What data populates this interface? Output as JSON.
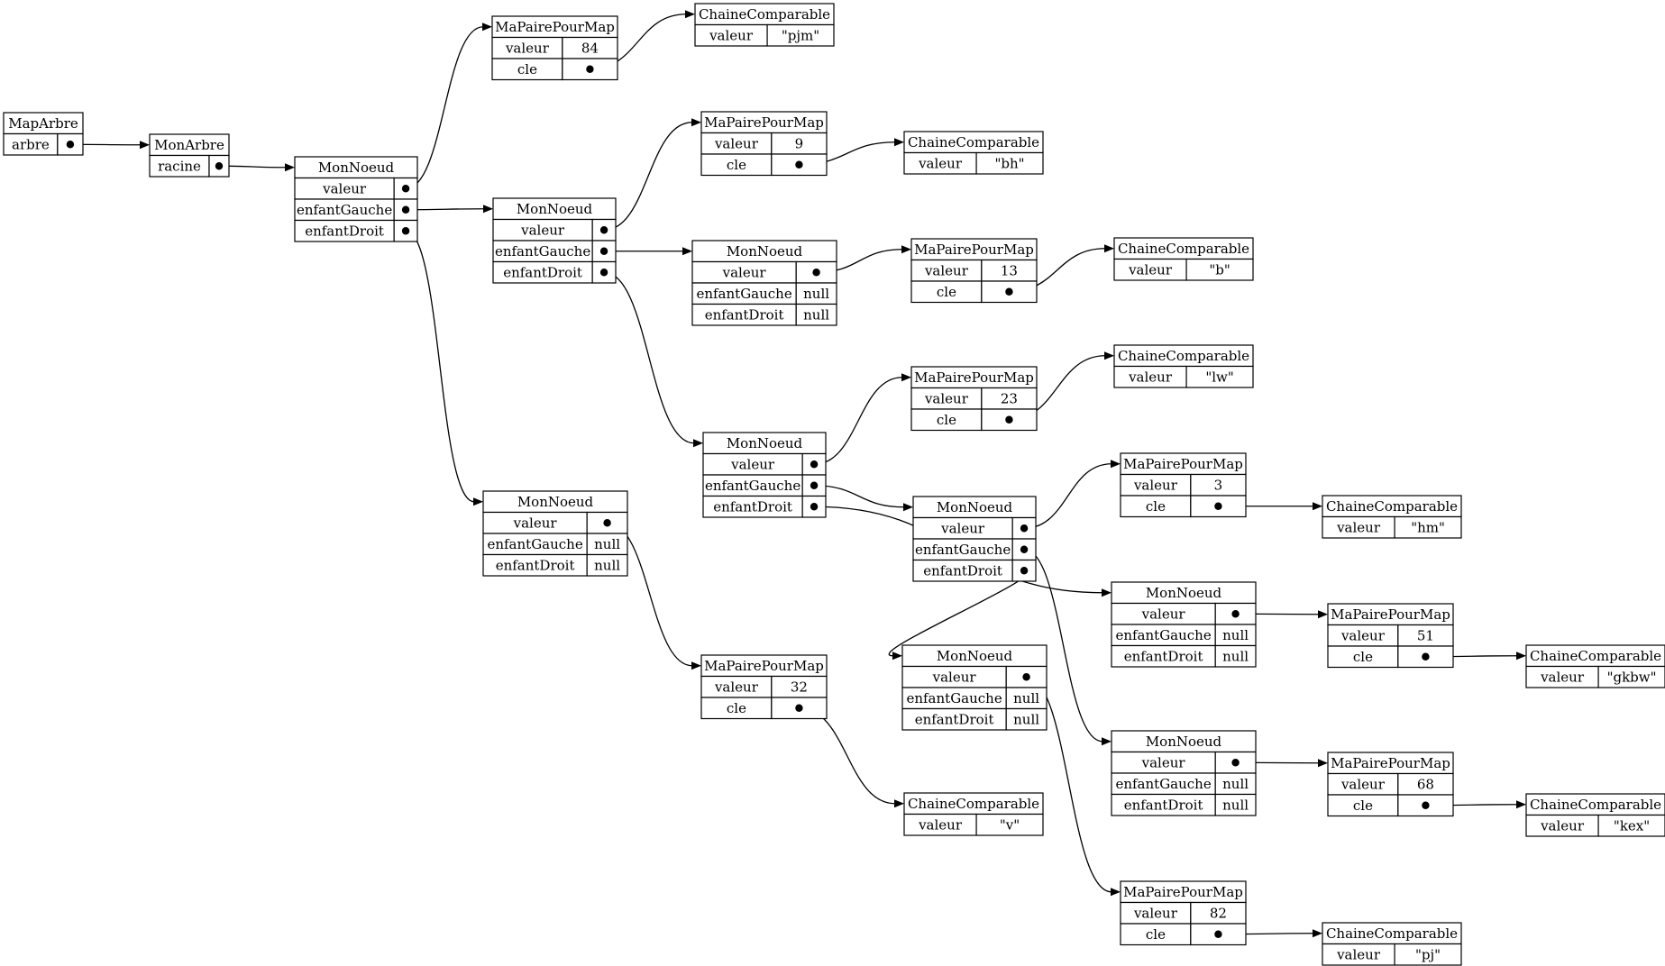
{
  "colors": {
    "ink": "#000000",
    "background": "#ffffff"
  },
  "nodes": {
    "mapArbre": {
      "title": "MapArbre",
      "rows": [
        [
          "arbre",
          ""
        ]
      ]
    },
    "monArbre": {
      "title": "MonArbre",
      "rows": [
        [
          "racine",
          ""
        ]
      ]
    },
    "n84": {
      "title": "MonNoeud",
      "rows": [
        [
          "valeur",
          ""
        ],
        [
          "enfantGauche",
          ""
        ],
        [
          "enfantDroit",
          ""
        ]
      ]
    },
    "p84": {
      "title": "MaPairePourMap",
      "rows": [
        [
          "valeur",
          "84"
        ],
        [
          "cle",
          ""
        ]
      ]
    },
    "c84": {
      "title": "ChaineComparable",
      "rows": [
        [
          "valeur",
          "\"pjm\""
        ]
      ]
    },
    "n9": {
      "title": "MonNoeud",
      "rows": [
        [
          "valeur",
          ""
        ],
        [
          "enfantGauche",
          ""
        ],
        [
          "enfantDroit",
          ""
        ]
      ]
    },
    "p9": {
      "title": "MaPairePourMap",
      "rows": [
        [
          "valeur",
          "9"
        ],
        [
          "cle",
          ""
        ]
      ]
    },
    "c9": {
      "title": "ChaineComparable",
      "rows": [
        [
          "valeur",
          "\"bh\""
        ]
      ]
    },
    "n13": {
      "title": "MonNoeud",
      "rows": [
        [
          "valeur",
          ""
        ],
        [
          "enfantGauche",
          "null"
        ],
        [
          "enfantDroit",
          "null"
        ]
      ]
    },
    "p13": {
      "title": "MaPairePourMap",
      "rows": [
        [
          "valeur",
          "13"
        ],
        [
          "cle",
          ""
        ]
      ]
    },
    "c13": {
      "title": "ChaineComparable",
      "rows": [
        [
          "valeur",
          "\"b\""
        ]
      ]
    },
    "n23": {
      "title": "MonNoeud",
      "rows": [
        [
          "valeur",
          ""
        ],
        [
          "enfantGauche",
          ""
        ],
        [
          "enfantDroit",
          ""
        ]
      ]
    },
    "p23": {
      "title": "MaPairePourMap",
      "rows": [
        [
          "valeur",
          "23"
        ],
        [
          "cle",
          ""
        ]
      ]
    },
    "c23": {
      "title": "ChaineComparable",
      "rows": [
        [
          "valeur",
          "\"lw\""
        ]
      ]
    },
    "n3": {
      "title": "MonNoeud",
      "rows": [
        [
          "valeur",
          ""
        ],
        [
          "enfantGauche",
          ""
        ],
        [
          "enfantDroit",
          ""
        ]
      ]
    },
    "p3": {
      "title": "MaPairePourMap",
      "rows": [
        [
          "valeur",
          "3"
        ],
        [
          "cle",
          ""
        ]
      ]
    },
    "c3": {
      "title": "ChaineComparable",
      "rows": [
        [
          "valeur",
          "\"hm\""
        ]
      ]
    },
    "n51": {
      "title": "MonNoeud",
      "rows": [
        [
          "valeur",
          ""
        ],
        [
          "enfantGauche",
          "null"
        ],
        [
          "enfantDroit",
          "null"
        ]
      ]
    },
    "p51": {
      "title": "MaPairePourMap",
      "rows": [
        [
          "valeur",
          "51"
        ],
        [
          "cle",
          ""
        ]
      ]
    },
    "c51": {
      "title": "ChaineComparable",
      "rows": [
        [
          "valeur",
          "\"gkbw\""
        ]
      ]
    },
    "n68": {
      "title": "MonNoeud",
      "rows": [
        [
          "valeur",
          ""
        ],
        [
          "enfantGauche",
          "null"
        ],
        [
          "enfantDroit",
          "null"
        ]
      ]
    },
    "p68": {
      "title": "MaPairePourMap",
      "rows": [
        [
          "valeur",
          "68"
        ],
        [
          "cle",
          ""
        ]
      ]
    },
    "c68": {
      "title": "ChaineComparable",
      "rows": [
        [
          "valeur",
          "\"kex\""
        ]
      ]
    },
    "n82": {
      "title": "MonNoeud",
      "rows": [
        [
          "valeur",
          ""
        ],
        [
          "enfantGauche",
          "null"
        ],
        [
          "enfantDroit",
          "null"
        ]
      ]
    },
    "p82": {
      "title": "MaPairePourMap",
      "rows": [
        [
          "valeur",
          "82"
        ],
        [
          "cle",
          ""
        ]
      ]
    },
    "c82": {
      "title": "ChaineComparable",
      "rows": [
        [
          "valeur",
          "\"pj\""
        ]
      ]
    },
    "n32": {
      "title": "MonNoeud",
      "rows": [
        [
          "valeur",
          ""
        ],
        [
          "enfantGauche",
          "null"
        ],
        [
          "enfantDroit",
          "null"
        ]
      ]
    },
    "p32": {
      "title": "MaPairePourMap",
      "rows": [
        [
          "valeur",
          "32"
        ],
        [
          "cle",
          ""
        ]
      ]
    },
    "c32": {
      "title": "ChaineComparable",
      "rows": [
        [
          "valeur",
          "\"v\""
        ]
      ]
    }
  },
  "edges": [
    [
      "mapArbre",
      0,
      "monArbre"
    ],
    [
      "monArbre",
      0,
      "n84"
    ],
    [
      "n84",
      0,
      "p84"
    ],
    [
      "p84",
      1,
      "c84"
    ],
    [
      "n84",
      1,
      "n9"
    ],
    [
      "n84",
      2,
      "n32"
    ],
    [
      "n9",
      0,
      "p9"
    ],
    [
      "p9",
      1,
      "c9"
    ],
    [
      "n9",
      1,
      "n13"
    ],
    [
      "n9",
      2,
      "n23"
    ],
    [
      "n13",
      0,
      "p13"
    ],
    [
      "p13",
      1,
      "c13"
    ],
    [
      "n23",
      0,
      "p23"
    ],
    [
      "p23",
      1,
      "c23"
    ],
    [
      "n23",
      1,
      "n3"
    ],
    [
      "n23",
      2,
      "n51"
    ],
    [
      "n3",
      0,
      "p3"
    ],
    [
      "p3",
      1,
      "c3"
    ],
    [
      "n3",
      1,
      "n68"
    ],
    [
      "n3",
      2,
      "n82"
    ],
    [
      "n68",
      0,
      "p68"
    ],
    [
      "p68",
      1,
      "c68"
    ],
    [
      "n82",
      0,
      "p82"
    ],
    [
      "p82",
      1,
      "c82"
    ],
    [
      "n51",
      0,
      "p51"
    ],
    [
      "p51",
      1,
      "c51"
    ],
    [
      "n32",
      0,
      "p32"
    ],
    [
      "p32",
      1,
      "c32"
    ]
  ]
}
